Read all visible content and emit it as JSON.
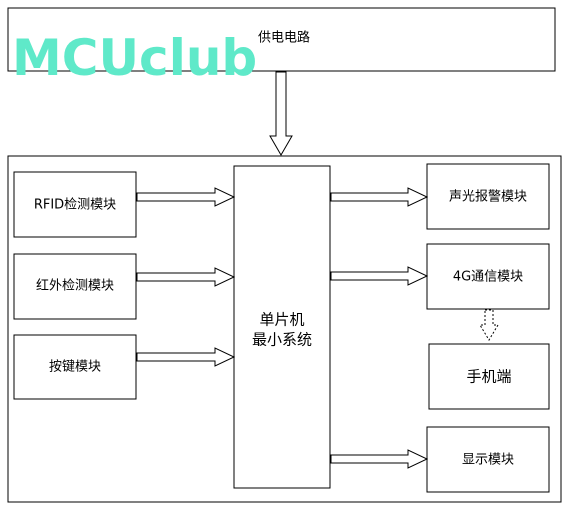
{
  "watermark": "MCUclub",
  "power": {
    "label": "供电电路"
  },
  "mcu": {
    "line1": "单片机",
    "line2": "最小系统"
  },
  "inputs": [
    {
      "label": "RFID检测模块"
    },
    {
      "label": "红外检测模块"
    },
    {
      "label": "按键模块"
    }
  ],
  "outputs": [
    {
      "label": "声光报警模块"
    },
    {
      "label": "4G通信模块"
    },
    {
      "label": "手机端"
    },
    {
      "label": "显示模块"
    }
  ]
}
